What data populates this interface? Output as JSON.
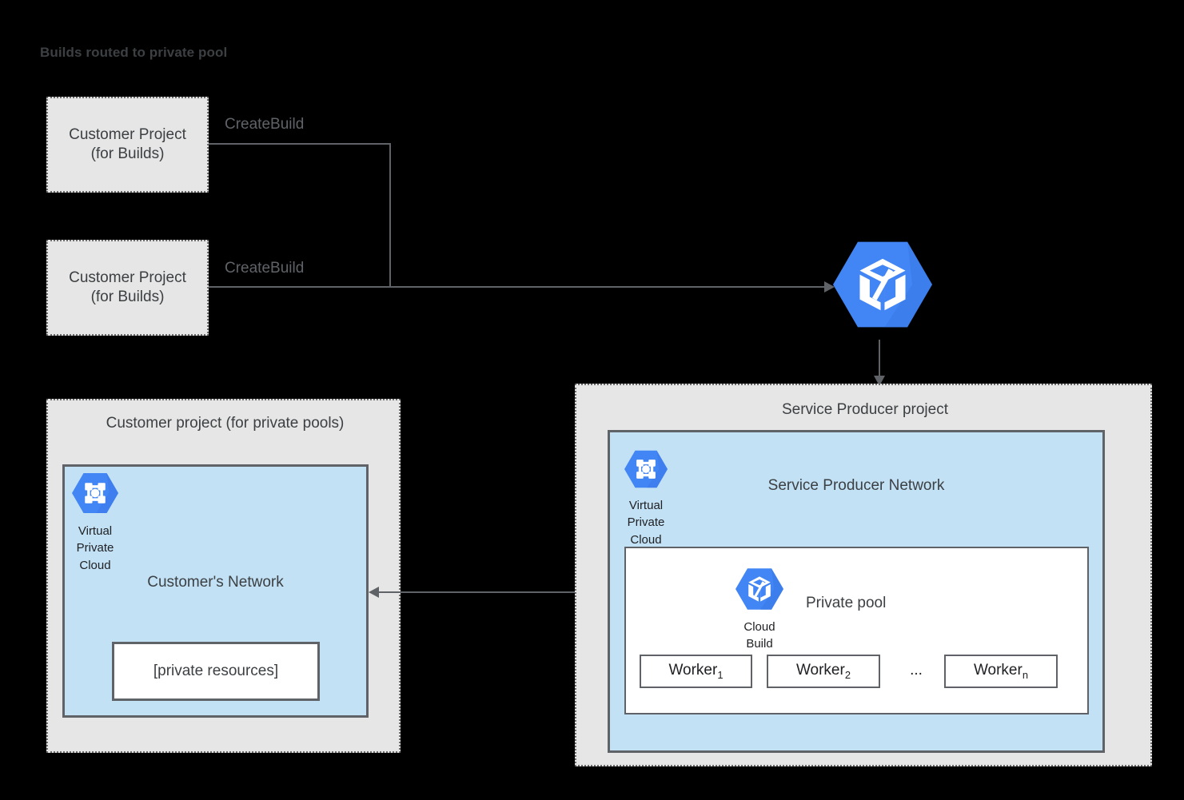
{
  "title": "Builds routed to private pool",
  "colors": {
    "gcp_blue": "#4285f4",
    "vpc_fill": "#c2e1f5",
    "project_fill": "#e6e6e6",
    "stroke": "#5f6368",
    "background": "#000000"
  },
  "left_flow": {
    "project_box_1": "Customer Project\n(for Builds)",
    "project_box_1_line1": "Customer Project",
    "project_box_1_line2": "(for Builds)",
    "project_box_2_line1": "Customer Project",
    "project_box_2_line2": "(for Builds)",
    "edge_label_1": "CreateBuild",
    "edge_label_2": "CreateBuild"
  },
  "cloud_build_service": {
    "icon": "cloud-build-icon"
  },
  "customer_private_pools_project": {
    "title": "Customer project (for private pools)",
    "vpc_icon": "virtual-private-cloud-icon",
    "vpc_caption_line1": "Virtual",
    "vpc_caption_line2": "Private",
    "vpc_caption_line3": "Cloud",
    "network_title": "Customer's Network",
    "private_resources": "[private resources]"
  },
  "service_producer_project": {
    "title": "Service Producer project",
    "vpc_icon": "virtual-private-cloud-icon",
    "vpc_caption_line1": "Virtual",
    "vpc_caption_line2": "Private",
    "vpc_caption_line3": "Cloud",
    "network_title": "Service Producer Network",
    "private_pool": {
      "label": "Private pool",
      "cloud_build_icon": "cloud-build-icon",
      "cloud_build_caption_line1": "Cloud",
      "cloud_build_caption_line2": "Build",
      "workers": [
        {
          "name": "Worker",
          "subscript": "1"
        },
        {
          "name": "Worker",
          "subscript": "2"
        },
        {
          "name": "Worker",
          "subscript": "n"
        }
      ],
      "ellipsis": "..."
    }
  }
}
